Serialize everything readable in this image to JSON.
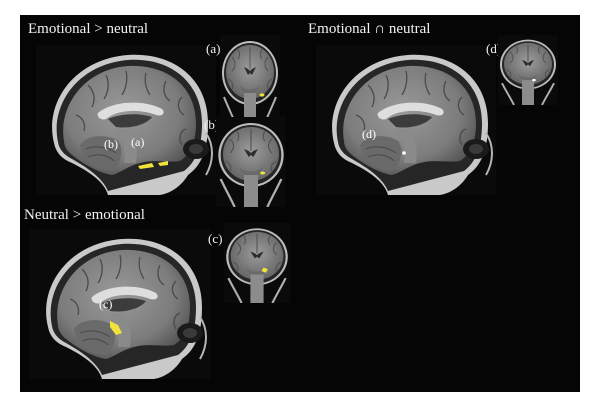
{
  "titles": {
    "emo_gt_neu": "Emotional > neutral",
    "emo_and_neu": "Emotional ∩ neutral",
    "neu_gt_emo": "Neutral > emotional"
  },
  "labels": {
    "a": "(a)",
    "b": "(b)",
    "c": "(c)",
    "d": "(d)"
  },
  "colors": {
    "background": "#050505",
    "activation": "#f2e23a",
    "text": "#f2f2f2"
  },
  "image_content": "sagittal-and-coronal-mri-slices"
}
